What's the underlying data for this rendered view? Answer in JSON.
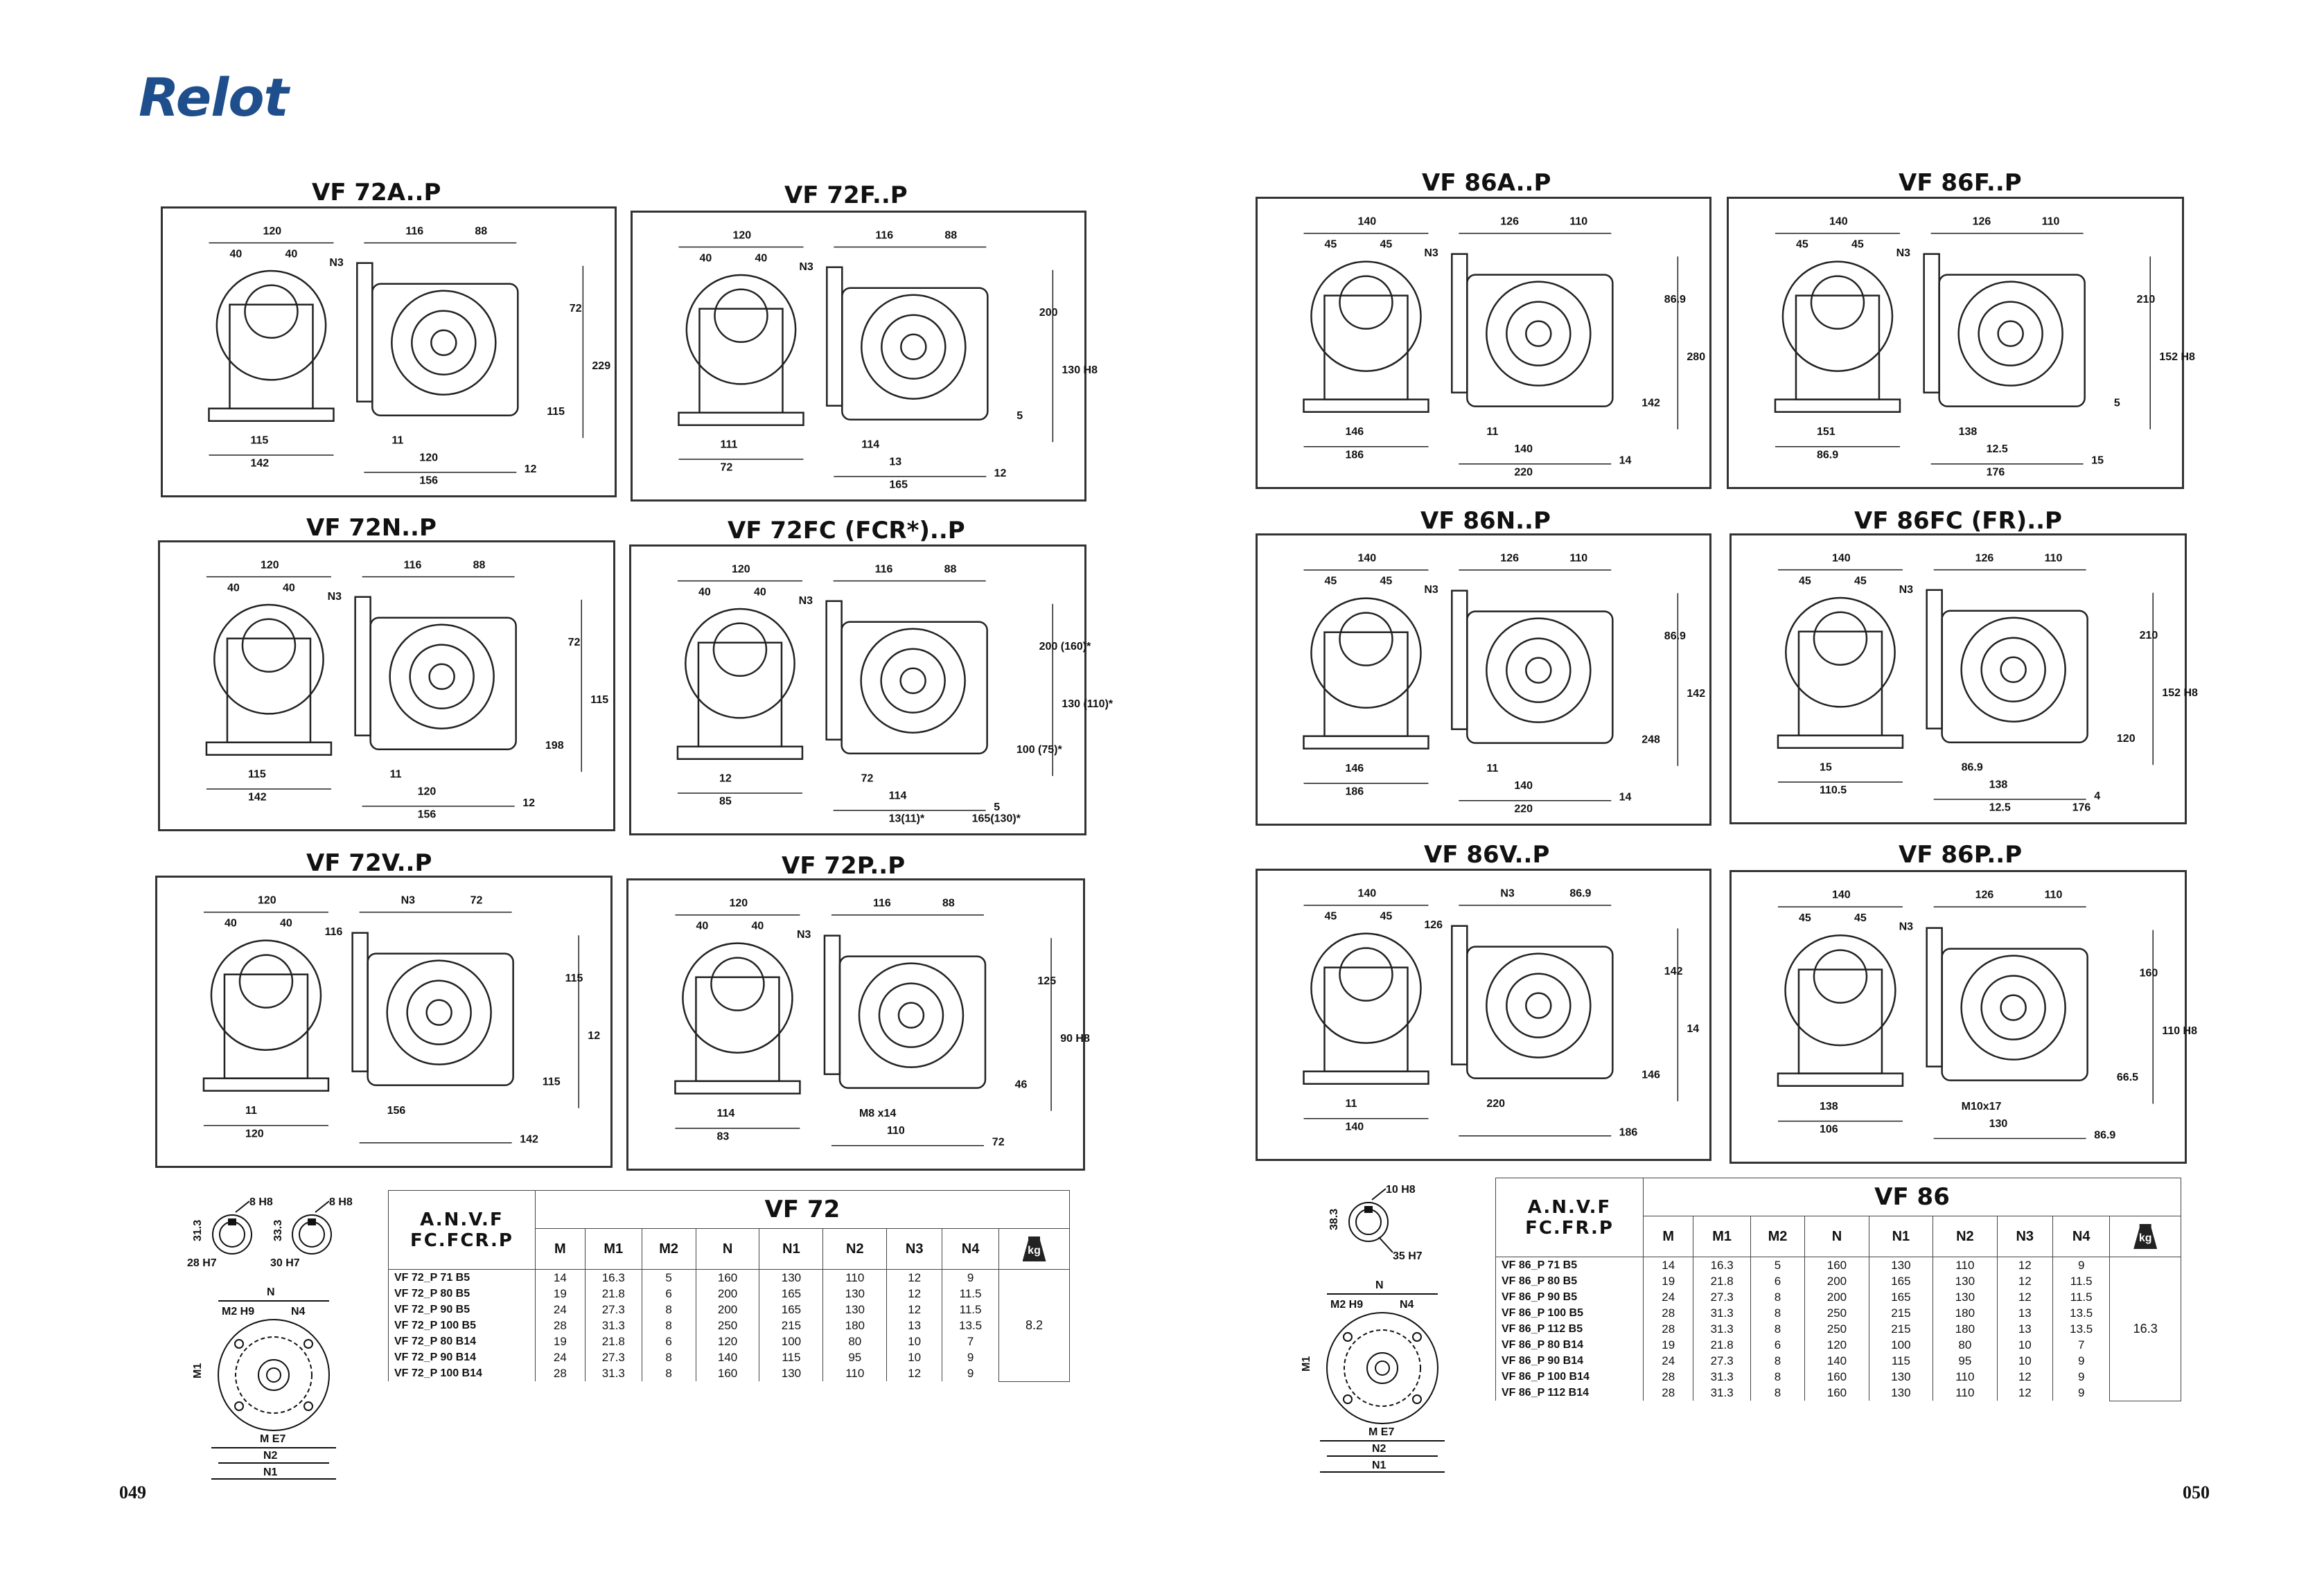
{
  "brand": {
    "logo_text": "Relot"
  },
  "pages": {
    "left": "049",
    "right": "050"
  },
  "panels": [
    {
      "id": "vf72a",
      "title": "VF 72A..P",
      "labels": [
        "120",
        "40",
        "40",
        "116",
        "88",
        "N3",
        "72",
        "229",
        "115",
        "12",
        "115",
        "142",
        "11",
        "120",
        "156"
      ]
    },
    {
      "id": "vf72f",
      "title": "VF 72F..P",
      "labels": [
        "120",
        "40",
        "40",
        "116",
        "88",
        "N3",
        "200",
        "130 H8",
        "5",
        "12",
        "111",
        "72",
        "114",
        "13",
        "165"
      ]
    },
    {
      "id": "vf72n",
      "title": "VF 72N..P",
      "labels": [
        "120",
        "40",
        "40",
        "116",
        "88",
        "N3",
        "72",
        "115",
        "198",
        "12",
        "115",
        "142",
        "11",
        "120",
        "156"
      ]
    },
    {
      "id": "vf72fc",
      "title": "VF 72FC (FCR*)..P",
      "labels": [
        "120",
        "40",
        "40",
        "116",
        "88",
        "N3",
        "200 (160)*",
        "130 (110)*",
        "100 (75)*",
        "5",
        "12",
        "85",
        "72",
        "114",
        "13(11)*",
        "165(130)*"
      ]
    },
    {
      "id": "vf72v",
      "title": "VF 72V..P",
      "labels": [
        "120",
        "40",
        "40",
        "N3",
        "72",
        "116",
        "115",
        "12",
        "115",
        "142",
        "11",
        "120",
        "156"
      ]
    },
    {
      "id": "vf72p",
      "title": "VF 72P..P",
      "labels": [
        "120",
        "40",
        "40",
        "116",
        "88",
        "N3",
        "125",
        "90 H8",
        "46",
        "72",
        "114",
        "83",
        "M8 x14",
        "110"
      ]
    },
    {
      "id": "vf86a",
      "title": "VF 86A..P",
      "labels": [
        "140",
        "45",
        "45",
        "126",
        "110",
        "N3",
        "86.9",
        "280",
        "142",
        "14",
        "146",
        "186",
        "11",
        "140",
        "220"
      ]
    },
    {
      "id": "vf86f",
      "title": "VF 86F..P",
      "labels": [
        "140",
        "45",
        "45",
        "126",
        "110",
        "N3",
        "210",
        "152 H8",
        "5",
        "15",
        "151",
        "86.9",
        "138",
        "12.5",
        "176"
      ]
    },
    {
      "id": "vf86n",
      "title": "VF 86N..P",
      "labels": [
        "140",
        "45",
        "45",
        "126",
        "110",
        "N3",
        "86.9",
        "142",
        "248",
        "14",
        "146",
        "186",
        "11",
        "140",
        "220"
      ]
    },
    {
      "id": "vf86fc",
      "title": "VF 86FC (FR)..P",
      "labels": [
        "140",
        "45",
        "45",
        "126",
        "110",
        "N3",
        "210",
        "152 H8",
        "120",
        "4",
        "15",
        "110.5",
        "86.9",
        "138",
        "12.5",
        "176"
      ]
    },
    {
      "id": "vf86v",
      "title": "VF 86V..P",
      "labels": [
        "140",
        "45",
        "45",
        "N3",
        "86.9",
        "126",
        "142",
        "14",
        "146",
        "186",
        "11",
        "140",
        "220"
      ]
    },
    {
      "id": "vf86p",
      "title": "VF 86P..P",
      "labels": [
        "140",
        "45",
        "45",
        "126",
        "110",
        "N3",
        "160",
        "110 H8",
        "66.5",
        "86.9",
        "138",
        "106",
        "M10x17",
        "130"
      ]
    }
  ],
  "shaft_figs": {
    "vf72": {
      "labels": [
        "8 H8",
        "8 H8",
        "31.3",
        "33.3",
        "28 H7",
        "30 H7"
      ]
    },
    "vf86": {
      "labels": [
        "10 H8",
        "38.3",
        "35 H7"
      ]
    }
  },
  "flange_figs": {
    "labels": [
      "N",
      "M2 H9",
      "N4",
      "M1",
      "M E7",
      "N2",
      "N1"
    ]
  },
  "tables": [
    {
      "id": "vf72",
      "left_header": [
        "A.N.V.F",
        "FC.FCR.P"
      ],
      "title": "VF 72",
      "columns": [
        "M",
        "M1",
        "M2",
        "N",
        "N1",
        "N2",
        "N3",
        "N4"
      ],
      "weight_icon": "kg",
      "weight": "8.2",
      "rows": [
        [
          "VF 72_P 71 B5",
          "14",
          "16.3",
          "5",
          "160",
          "130",
          "110",
          "12",
          "9"
        ],
        [
          "VF 72_P 80 B5",
          "19",
          "21.8",
          "6",
          "200",
          "165",
          "130",
          "12",
          "11.5"
        ],
        [
          "VF 72_P 90 B5",
          "24",
          "27.3",
          "8",
          "200",
          "165",
          "130",
          "12",
          "11.5"
        ],
        [
          "VF 72_P 100 B5",
          "28",
          "31.3",
          "8",
          "250",
          "215",
          "180",
          "13",
          "13.5"
        ],
        [
          "VF 72_P 80 B14",
          "19",
          "21.8",
          "6",
          "120",
          "100",
          "80",
          "10",
          "7"
        ],
        [
          "VF 72_P 90 B14",
          "24",
          "27.3",
          "8",
          "140",
          "115",
          "95",
          "10",
          "9"
        ],
        [
          "VF 72_P 100 B14",
          "28",
          "31.3",
          "8",
          "160",
          "130",
          "110",
          "12",
          "9"
        ]
      ]
    },
    {
      "id": "vf86",
      "left_header": [
        "A.N.V.F",
        "FC.FR.P"
      ],
      "title": "VF 86",
      "columns": [
        "M",
        "M1",
        "M2",
        "N",
        "N1",
        "N2",
        "N3",
        "N4"
      ],
      "weight_icon": "kg",
      "weight": "16.3",
      "rows": [
        [
          "VF 86_P 71 B5",
          "14",
          "16.3",
          "5",
          "160",
          "130",
          "110",
          "12",
          "9"
        ],
        [
          "VF 86_P 80 B5",
          "19",
          "21.8",
          "6",
          "200",
          "165",
          "130",
          "12",
          "11.5"
        ],
        [
          "VF 86_P 90 B5",
          "24",
          "27.3",
          "8",
          "200",
          "165",
          "130",
          "12",
          "11.5"
        ],
        [
          "VF 86_P 100 B5",
          "28",
          "31.3",
          "8",
          "250",
          "215",
          "180",
          "13",
          "13.5"
        ],
        [
          "VF 86_P 112 B5",
          "28",
          "31.3",
          "8",
          "250",
          "215",
          "180",
          "13",
          "13.5"
        ],
        [
          "VF 86_P 80 B14",
          "19",
          "21.8",
          "6",
          "120",
          "100",
          "80",
          "10",
          "7"
        ],
        [
          "VF 86_P 90 B14",
          "24",
          "27.3",
          "8",
          "140",
          "115",
          "95",
          "10",
          "9"
        ],
        [
          "VF 86_P 100 B14",
          "28",
          "31.3",
          "8",
          "160",
          "130",
          "110",
          "12",
          "9"
        ],
        [
          "VF 86_P 112 B14",
          "28",
          "31.3",
          "8",
          "160",
          "130",
          "110",
          "12",
          "9"
        ]
      ]
    }
  ]
}
